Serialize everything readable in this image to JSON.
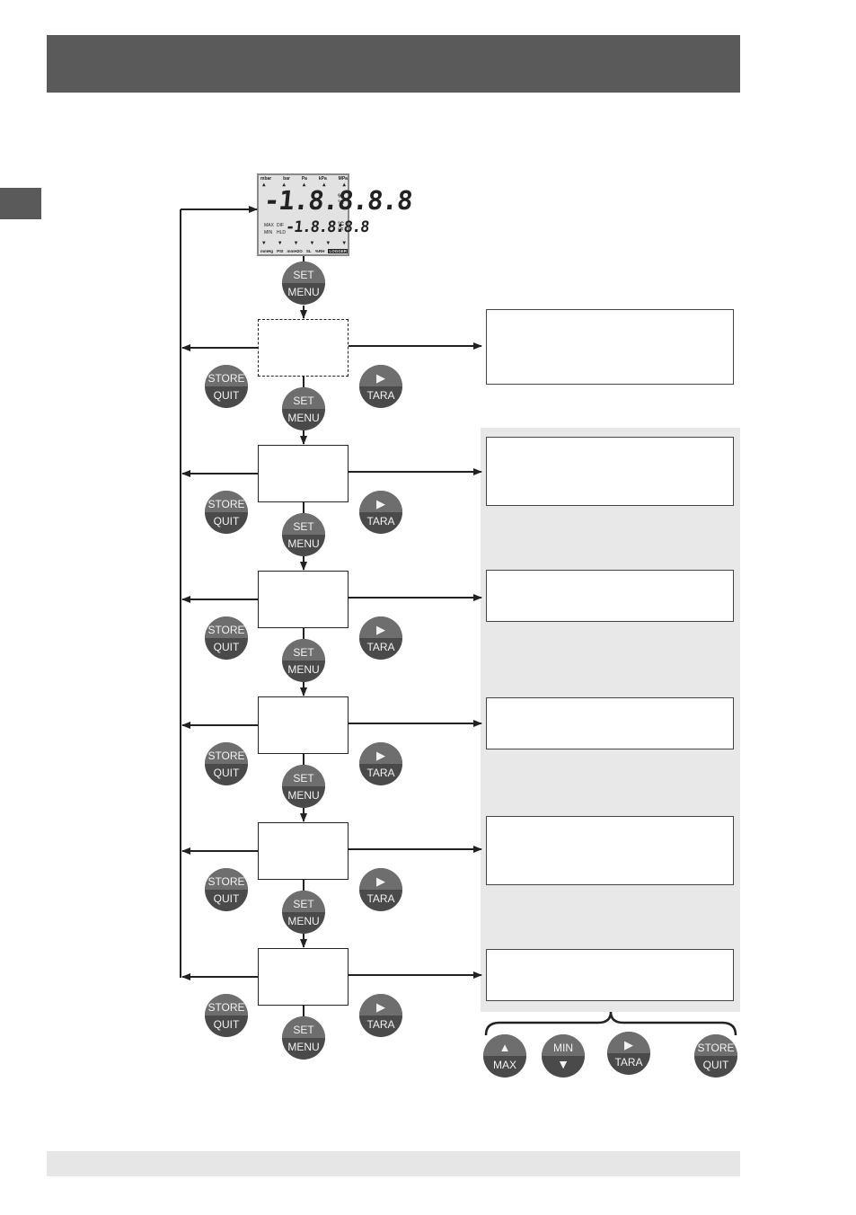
{
  "display": {
    "units_top": [
      "mbar",
      "bar",
      "Pa",
      "kPa",
      "MPa"
    ],
    "units_bottom": [
      "mmHg",
      "PSI",
      "mmH2O",
      "SL",
      "%RH",
      "LOGGER"
    ],
    "main_digits": "-1.8.8.8.8",
    "main_units": [
      "%",
      "°C"
    ],
    "sub_digits": "-1.8.8:8.8",
    "sub_units": [
      "°C",
      "°F"
    ],
    "flags_left": [
      "MAX",
      "MIN"
    ],
    "flags_right": [
      "DIF",
      "HLD"
    ]
  },
  "buttons": {
    "set_top": "SET",
    "set_bottom": "MENU",
    "store_top": "STORE",
    "store_bottom": "QUIT",
    "tara_top": "▶",
    "tara_bottom": "TARA",
    "max_top": "▲",
    "max_bottom": "MAX",
    "min_top": "MIN",
    "min_bottom": "▼"
  },
  "colors": {
    "header": "#5a5a5a",
    "button_dark": "#4a4a4a",
    "button_light": "#6e6e6e",
    "panel": "#e8e8e8",
    "footer": "#e6e6e6"
  }
}
